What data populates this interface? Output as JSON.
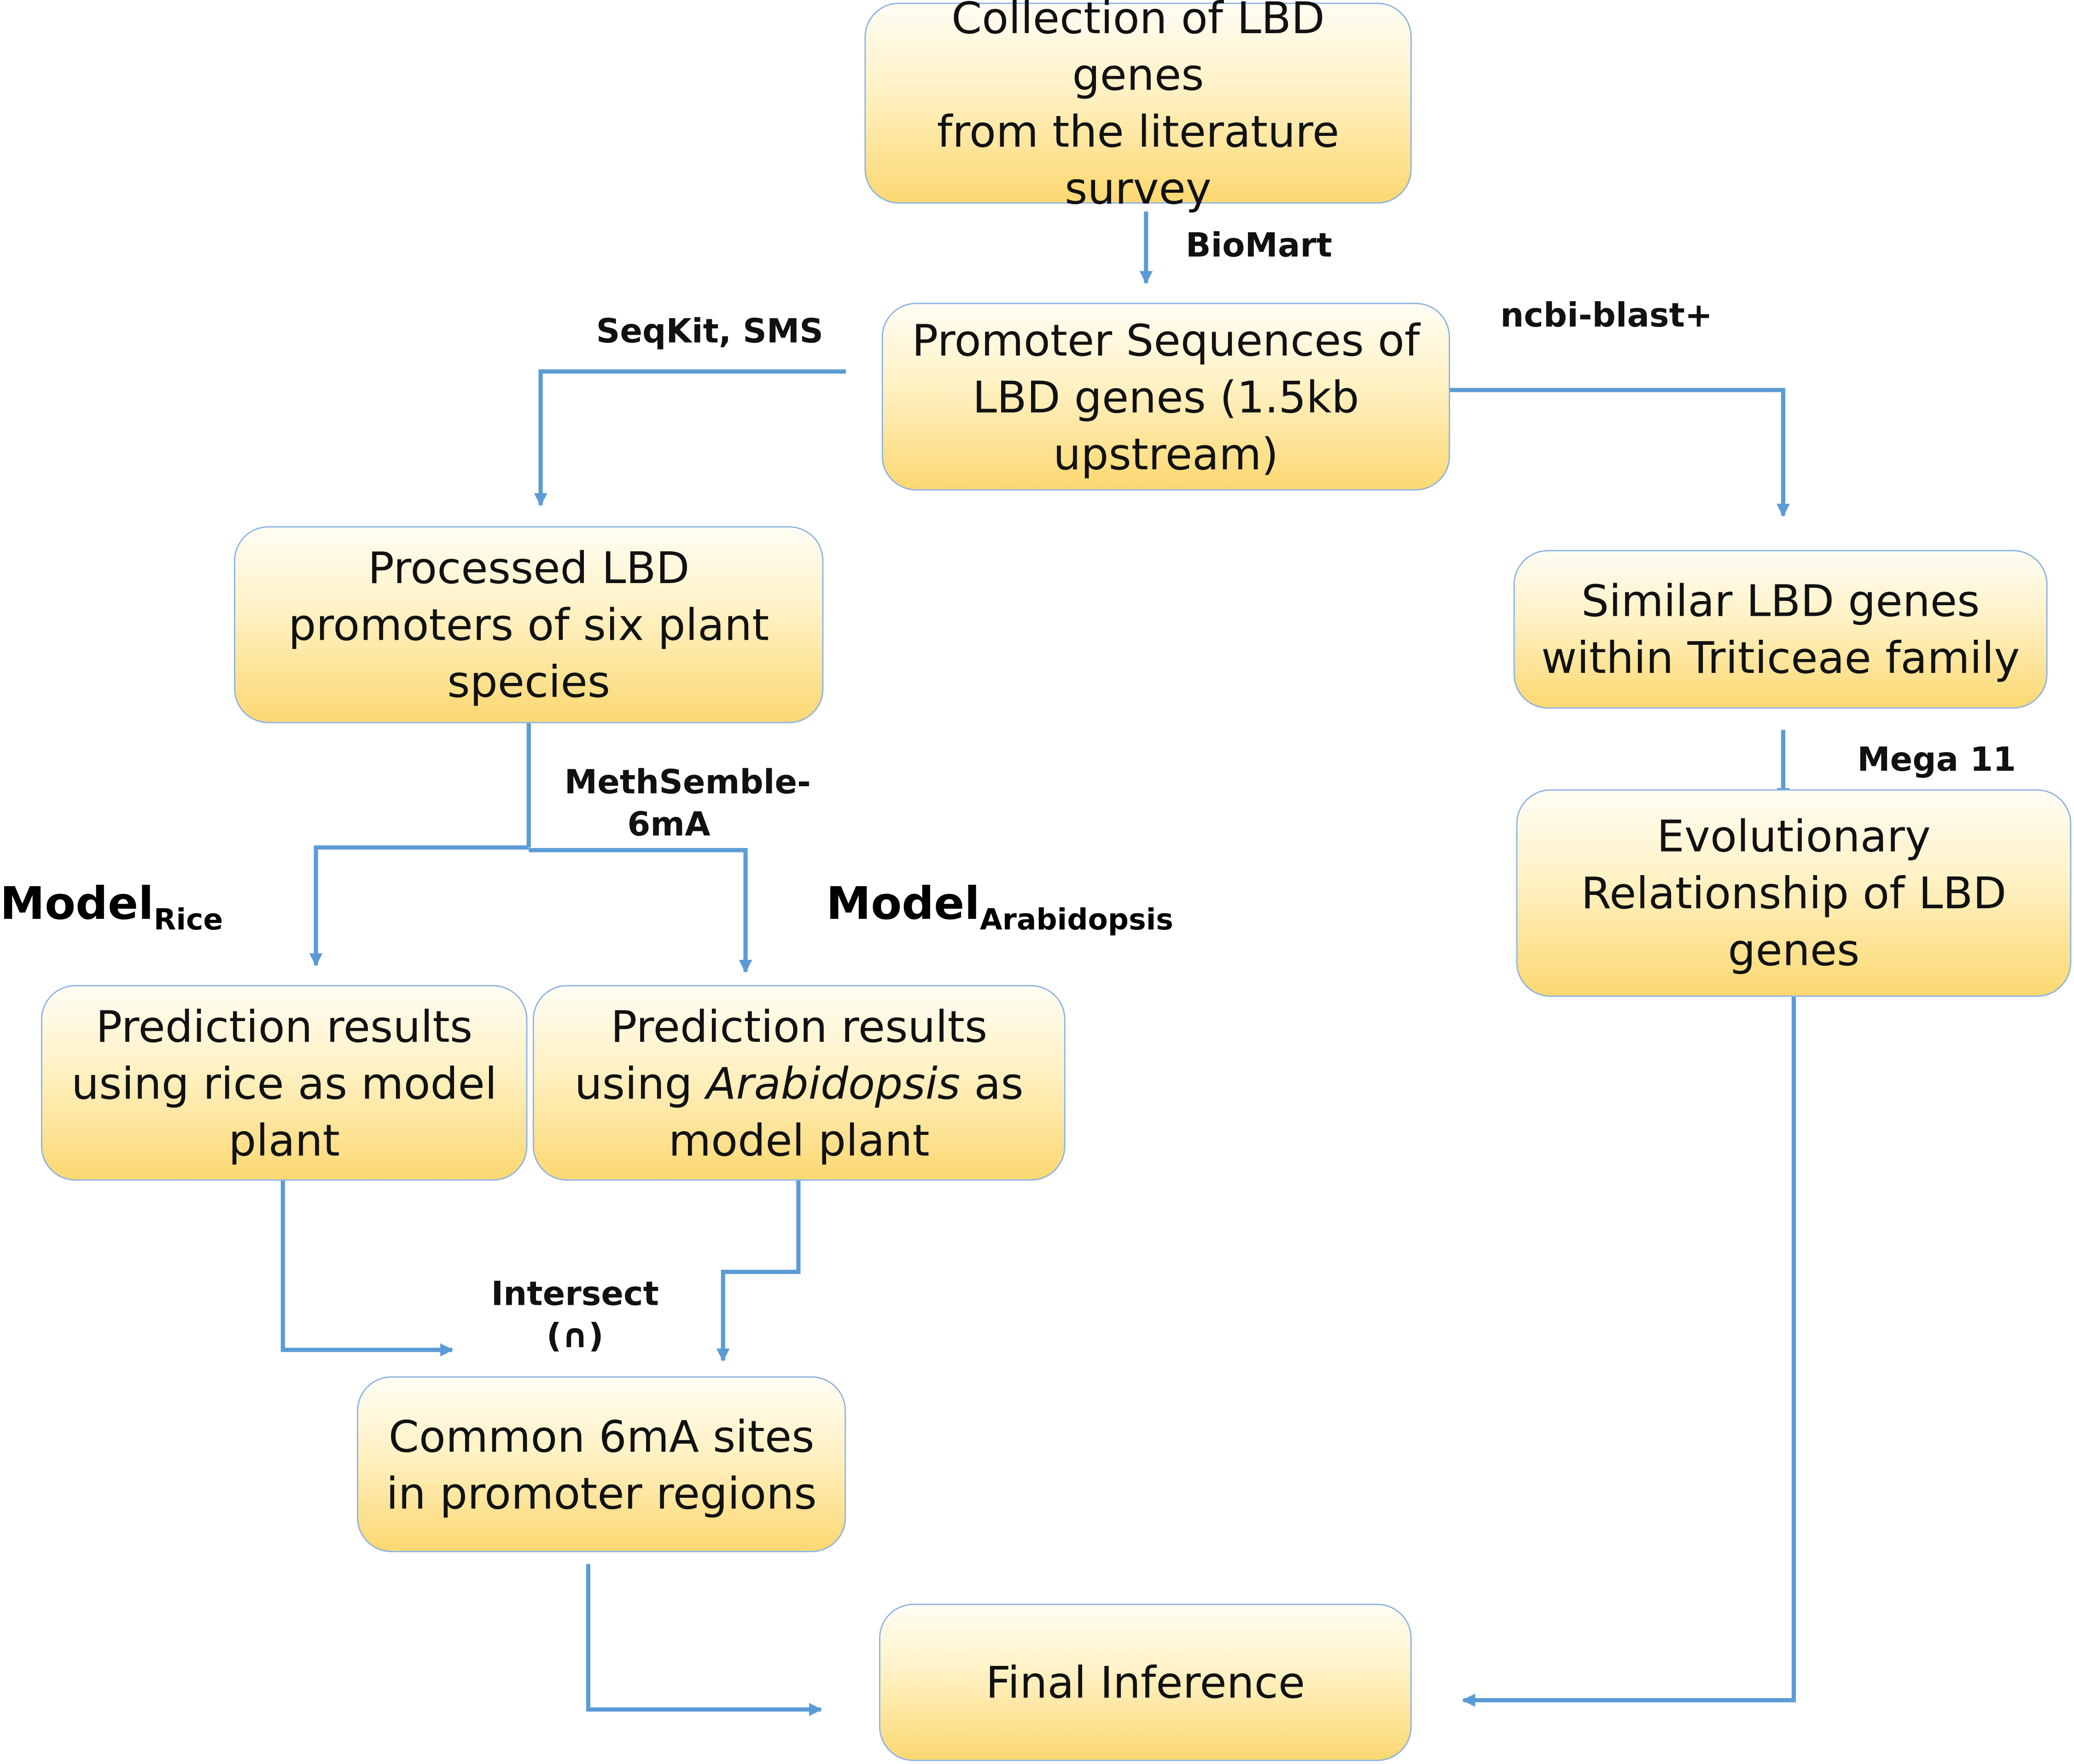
{
  "boxes": {
    "collection": [
      "Collection of LBD genes",
      "from the literature",
      "survey"
    ],
    "promoter": [
      "Promoter Sequences of",
      "LBD genes (1.5kb",
      "upstream)"
    ],
    "processed": [
      "Processed LBD",
      "promoters of six plant",
      "species"
    ],
    "similar": [
      "Similar LBD genes",
      "within Triticeae family"
    ],
    "evolutionary": [
      "Evolutionary",
      "Relationship of LBD",
      "genes"
    ],
    "pred_rice": [
      "Prediction results",
      "using rice as model",
      "plant"
    ],
    "pred_arab": {
      "line1": "Prediction results",
      "line2_pre": "using ",
      "line2_italic": "Arabidopsis",
      "line2_post": " as",
      "line3": "model plant"
    },
    "common": [
      "Common 6mA sites",
      "in promoter regions"
    ],
    "final": [
      "Final Inference"
    ]
  },
  "tools": {
    "biomart": "BioMart",
    "seqkit": "SeqKit, SMS",
    "ncbi": "ncbi-blast+",
    "methsemble": [
      "MethSemble-",
      "6mA"
    ],
    "mega": "Mega 11",
    "intersect": [
      "Intersect",
      "(∩)"
    ]
  },
  "models": {
    "rice": {
      "main": "Model",
      "sub": "Rice"
    },
    "arabidopsis": {
      "main": "Model",
      "sub": "Arabidopsis"
    }
  },
  "colors": {
    "connector": "#5b9bd5",
    "box_border": "#8db3e2",
    "box_fill_top": "#fffdf4",
    "box_fill_bottom": "#fbd871"
  }
}
